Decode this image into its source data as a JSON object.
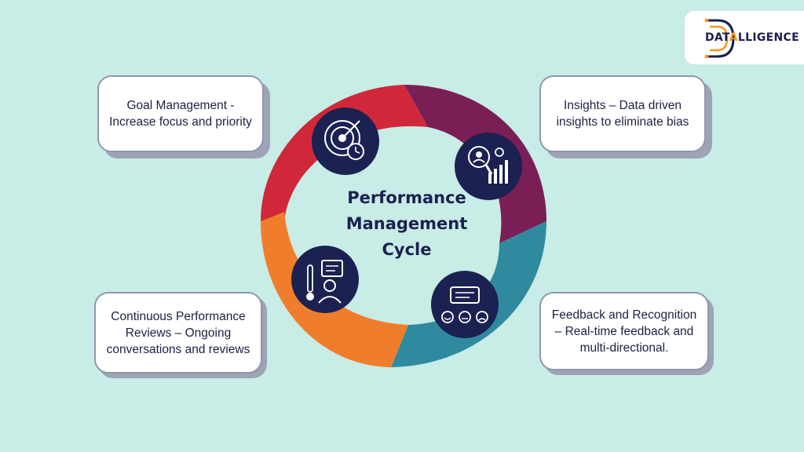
{
  "logo": {
    "text_pre": "DAT",
    "text_accent": "A",
    "text_post": "LLIGENCE"
  },
  "center": {
    "line1": "Performance",
    "line2": "Management",
    "line3": "Cycle"
  },
  "cards": {
    "goal": {
      "text": "Goal Management - Increase focus and priority"
    },
    "insights": {
      "text": "Insights – Data driven insights to eliminate bias"
    },
    "reviews": {
      "text": "Continuous Performance Reviews – Ongoing conversations and reviews"
    },
    "feedback": {
      "text": "Feedback and Recognition – Real-time feedback and multi-directional."
    }
  },
  "colors": {
    "background": "#c8ece6",
    "red": "#d0283a",
    "purple": "#7a1f56",
    "teal": "#2f8aa0",
    "orange": "#f07d2b",
    "navy": "#1b2150",
    "logo_accent": "#f39a1e"
  },
  "icons": {
    "goal": "target-clock-icon",
    "insights": "analytics-magnifier-icon",
    "feedback": "feedback-faces-icon",
    "reviews": "performance-review-person-icon"
  }
}
